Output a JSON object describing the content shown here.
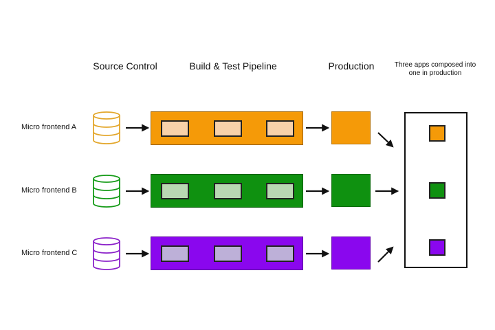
{
  "headers": {
    "source_control": "Source Control",
    "build_test": "Build & Test Pipeline",
    "production": "Production",
    "composed": "Three apps composed into one in production"
  },
  "rows": [
    {
      "label": "Micro frontend A",
      "color": "#F59A08",
      "stage_fill": "#F8D1A9",
      "db_color": "#E3A72C"
    },
    {
      "label": "Micro frontend B",
      "color": "#0F9110",
      "stage_fill": "#B9D8B3",
      "db_color": "#159B17"
    },
    {
      "label": "Micro frontend C",
      "color": "#8A07EE",
      "stage_fill": "#BDB0D8",
      "db_color": "#8B21C9"
    }
  ],
  "icons": {
    "database": "database-icon",
    "arrow": "arrow-right-icon"
  }
}
